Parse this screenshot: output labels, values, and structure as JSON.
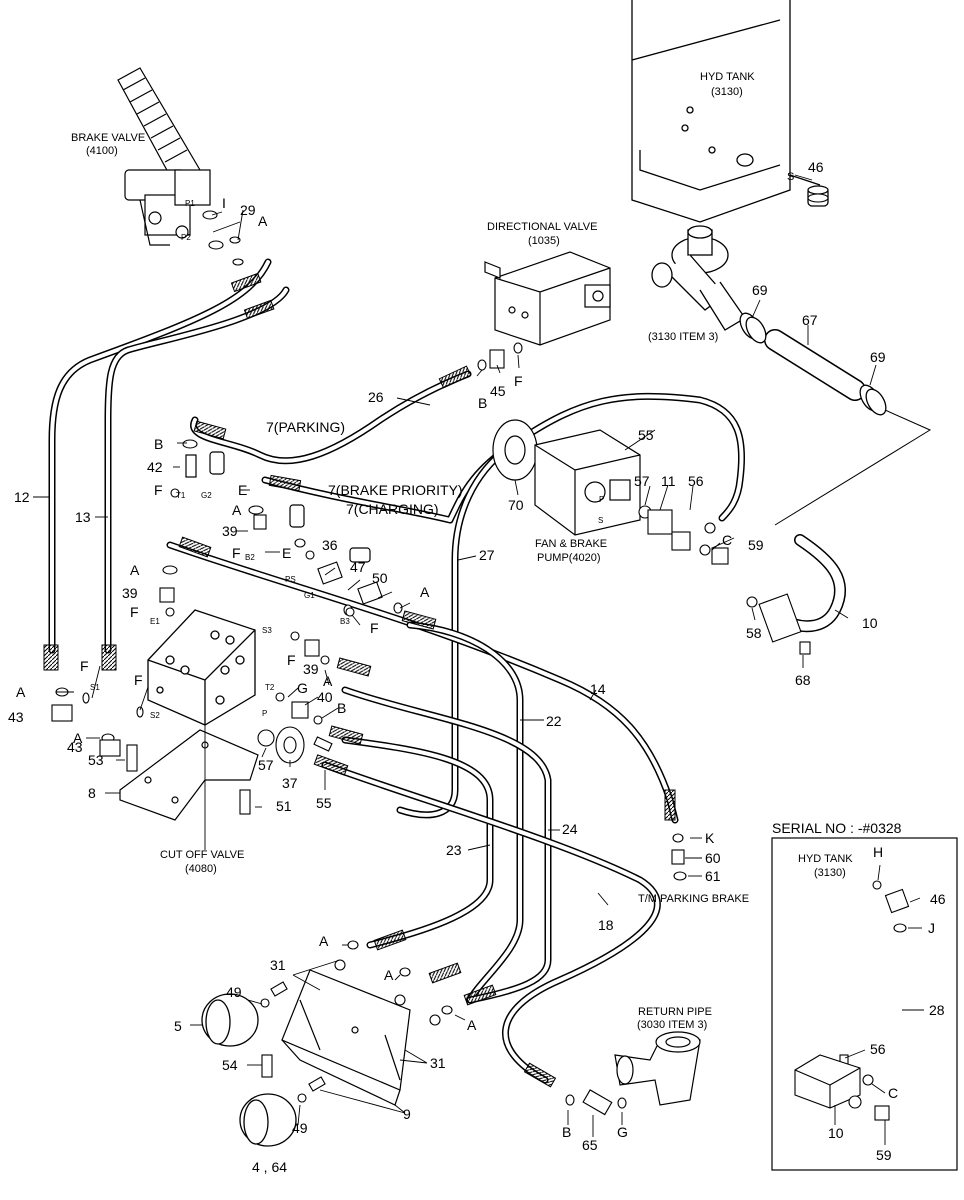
{
  "titles": {
    "brake_valve": "BRAKE VALVE",
    "brake_valve_no": "(4100)",
    "hyd_tank": "HYD TANK",
    "hyd_tank_no": "(3130)",
    "directional_valve": "DIRECTIONAL VALVE",
    "directional_valve_no": "(1035)",
    "tank_item": "(3130 ITEM 3)",
    "fan_brake_pump": "FAN & BRAKE",
    "fan_brake_pump_2": "PUMP(4020)",
    "cut_off_valve": "CUT OFF VALVE",
    "cut_off_valve_no": "(4080)",
    "return_pipe": "RETURN PIPE",
    "return_pipe_no": "(3030 ITEM 3)",
    "tm_parking_brake": "T/M PARKING BRAKE",
    "parking": "7(PARKING)",
    "brake_priority": "7(BRAKE PRIORITY)",
    "charging": "7(CHARGING)"
  },
  "inset": {
    "serial": "SERIAL NO : -#0328",
    "hyd_tank": "HYD TANK",
    "hyd_tank_no": "(3130)",
    "labels": {
      "h": "H",
      "n46": "46",
      "j": "J",
      "n28": "28",
      "n56": "56",
      "c": "C",
      "n10": "10",
      "n59": "59"
    }
  },
  "callouts": {
    "n12": "12",
    "n13": "13",
    "n29": "29",
    "i": "I",
    "a_top": "A",
    "n26": "26",
    "n45": "45",
    "b_dv": "B",
    "f_dv": "F",
    "n46": "46",
    "s_tank": "S",
    "n69a": "69",
    "n67": "67",
    "n69b": "69",
    "n55a": "55",
    "n70": "70",
    "n11": "11",
    "n56": "56",
    "n57a": "57",
    "c_pump": "C",
    "n59": "59",
    "n58": "58",
    "n10": "10",
    "n68": "68",
    "n27": "27",
    "n14": "14",
    "n22": "22",
    "n24": "24",
    "n23": "23",
    "n18": "18",
    "k": "K",
    "n60": "60",
    "n61": "61",
    "b_a": "B",
    "n42": "42",
    "f_a": "F",
    "e_a": "E",
    "a_b": "A",
    "n39a": "39",
    "f_b": "F",
    "e_b": "E",
    "n36": "36",
    "n47": "47",
    "n50": "50",
    "a_c": "A",
    "f_c": "F",
    "a_d": "A",
    "n39b": "39",
    "f_d": "F",
    "n39c": "39",
    "a_e": "A",
    "f_e": "F",
    "g_a": "G",
    "n40": "40",
    "b_b": "B",
    "a_f": "A",
    "n43a": "43",
    "f_f": "F",
    "a_g": "A",
    "n43b": "43",
    "n53": "53",
    "n8": "8",
    "n51": "51",
    "n57b": "57",
    "n37": "37",
    "n55b": "55",
    "a_h": "A",
    "n31a": "31",
    "n49a": "49",
    "n5": "5",
    "a_i": "A",
    "a_j": "A",
    "n54": "54",
    "n31b": "31",
    "n9": "9",
    "n49b": "49",
    "n4_64": "4 , 64",
    "b_c": "B",
    "n65": "65",
    "g_b": "G"
  },
  "ports": {
    "p1": "P1",
    "p2": "P2",
    "t1": "T1",
    "g2": "G2",
    "b2": "B2",
    "ps": "PS",
    "e1": "E1",
    "g1": "G1",
    "b3": "B3",
    "s3": "S3",
    "s1": "S1",
    "s2": "S2",
    "t2": "T2",
    "p": "P",
    "s_pump": "S",
    "p_pump": "P"
  }
}
